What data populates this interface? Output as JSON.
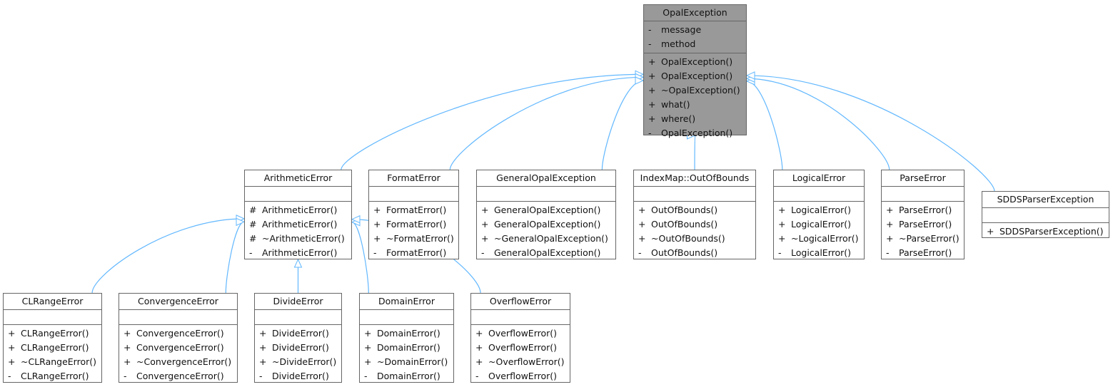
{
  "classes": {
    "opal": {
      "name": "OpalException",
      "attrs": [
        {
          "v": "-",
          "n": "message"
        },
        {
          "v": "-",
          "n": "method"
        }
      ],
      "ops": [
        {
          "v": "+",
          "n": "OpalException()"
        },
        {
          "v": "+",
          "n": "OpalException()"
        },
        {
          "v": "+",
          "n": "~OpalException()"
        },
        {
          "v": "+",
          "n": "what()"
        },
        {
          "v": "+",
          "n": "where()"
        },
        {
          "v": "-",
          "n": "OpalException()"
        }
      ]
    },
    "arith": {
      "name": "ArithmeticError",
      "attrs": [],
      "ops": [
        {
          "v": "#",
          "n": "ArithmeticError()"
        },
        {
          "v": "#",
          "n": "ArithmeticError()"
        },
        {
          "v": "#",
          "n": "~ArithmeticError()"
        },
        {
          "v": "-",
          "n": "ArithmeticError()"
        }
      ]
    },
    "format": {
      "name": "FormatError",
      "attrs": [],
      "ops": [
        {
          "v": "+",
          "n": "FormatError()"
        },
        {
          "v": "+",
          "n": "FormatError()"
        },
        {
          "v": "+",
          "n": "~FormatError()"
        },
        {
          "v": "-",
          "n": "FormatError()"
        }
      ]
    },
    "general": {
      "name": "GeneralOpalException",
      "attrs": [],
      "ops": [
        {
          "v": "+",
          "n": "GeneralOpalException()"
        },
        {
          "v": "+",
          "n": "GeneralOpalException()"
        },
        {
          "v": "+",
          "n": "~GeneralOpalException()"
        },
        {
          "v": "-",
          "n": "GeneralOpalException()"
        }
      ]
    },
    "oob": {
      "name": "IndexMap::OutOfBounds",
      "attrs": [],
      "ops": [
        {
          "v": "+",
          "n": "OutOfBounds()"
        },
        {
          "v": "+",
          "n": "OutOfBounds()"
        },
        {
          "v": "+",
          "n": "~OutOfBounds()"
        },
        {
          "v": "-",
          "n": "OutOfBounds()"
        }
      ]
    },
    "logical": {
      "name": "LogicalError",
      "attrs": [],
      "ops": [
        {
          "v": "+",
          "n": "LogicalError()"
        },
        {
          "v": "+",
          "n": "LogicalError()"
        },
        {
          "v": "+",
          "n": "~LogicalError()"
        },
        {
          "v": "-",
          "n": "LogicalError()"
        }
      ]
    },
    "parse": {
      "name": "ParseError",
      "attrs": [],
      "ops": [
        {
          "v": "+",
          "n": "ParseError()"
        },
        {
          "v": "+",
          "n": "ParseError()"
        },
        {
          "v": "+",
          "n": "~ParseError()"
        },
        {
          "v": "-",
          "n": "ParseError()"
        }
      ]
    },
    "sdds": {
      "name": "SDDSParserException",
      "attrs": [],
      "ops": [
        {
          "v": "+",
          "n": "SDDSParserException()"
        }
      ]
    },
    "clrange": {
      "name": "CLRangeError",
      "attrs": [],
      "ops": [
        {
          "v": "+",
          "n": "CLRangeError()"
        },
        {
          "v": "+",
          "n": "CLRangeError()"
        },
        {
          "v": "+",
          "n": "~CLRangeError()"
        },
        {
          "v": "-",
          "n": "CLRangeError()"
        }
      ]
    },
    "conv": {
      "name": "ConvergenceError",
      "attrs": [],
      "ops": [
        {
          "v": "+",
          "n": "ConvergenceError()"
        },
        {
          "v": "+",
          "n": "ConvergenceError()"
        },
        {
          "v": "+",
          "n": "~ConvergenceError()"
        },
        {
          "v": "-",
          "n": "ConvergenceError()"
        }
      ]
    },
    "divide": {
      "name": "DivideError",
      "attrs": [],
      "ops": [
        {
          "v": "+",
          "n": "DivideError()"
        },
        {
          "v": "+",
          "n": "DivideError()"
        },
        {
          "v": "+",
          "n": "~DivideError()"
        },
        {
          "v": "-",
          "n": "DivideError()"
        }
      ]
    },
    "domain": {
      "name": "DomainError",
      "attrs": [],
      "ops": [
        {
          "v": "+",
          "n": "DomainError()"
        },
        {
          "v": "+",
          "n": "DomainError()"
        },
        {
          "v": "+",
          "n": "~DomainError()"
        },
        {
          "v": "-",
          "n": "DomainError()"
        }
      ]
    },
    "overflow": {
      "name": "OverflowError",
      "attrs": [],
      "ops": [
        {
          "v": "+",
          "n": "OverflowError()"
        },
        {
          "v": "+",
          "n": "OverflowError()"
        },
        {
          "v": "+",
          "n": "~OverflowError()"
        },
        {
          "v": "-",
          "n": "OverflowError()"
        }
      ]
    }
  },
  "inheritance": [
    {
      "from": "arith",
      "to": "opal"
    },
    {
      "from": "format",
      "to": "opal"
    },
    {
      "from": "general",
      "to": "opal"
    },
    {
      "from": "oob",
      "to": "opal"
    },
    {
      "from": "logical",
      "to": "opal"
    },
    {
      "from": "parse",
      "to": "opal"
    },
    {
      "from": "sdds",
      "to": "opal"
    },
    {
      "from": "clrange",
      "to": "arith"
    },
    {
      "from": "conv",
      "to": "arith"
    },
    {
      "from": "divide",
      "to": "arith"
    },
    {
      "from": "domain",
      "to": "arith"
    },
    {
      "from": "overflow",
      "to": "arith"
    }
  ],
  "colors": {
    "edge": "#63b8ff",
    "box_border": "#666666",
    "root_fill": "#999999"
  }
}
